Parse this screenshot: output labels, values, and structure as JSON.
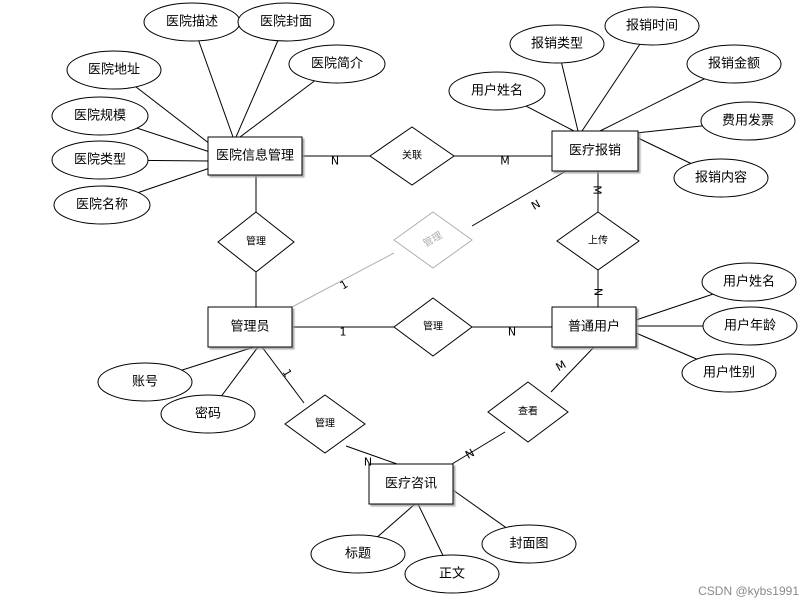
{
  "entities": [
    {
      "id": "hospital",
      "label": "医院信息管理"
    },
    {
      "id": "reimburse",
      "label": "医疗报销"
    },
    {
      "id": "admin",
      "label": "管理员"
    },
    {
      "id": "user",
      "label": "普通用户"
    },
    {
      "id": "consult",
      "label": "医疗咨讯"
    }
  ],
  "relationships": [
    {
      "id": "rel-assoc",
      "label": "关联",
      "faded": false
    },
    {
      "id": "rel-manage-hosp",
      "label": "管理",
      "faded": false
    },
    {
      "id": "rel-manage-reimb",
      "label": "管理",
      "faded": true
    },
    {
      "id": "rel-upload",
      "label": "上传",
      "faded": false
    },
    {
      "id": "rel-manage-user",
      "label": "管理",
      "faded": false
    },
    {
      "id": "rel-manage-consult",
      "label": "管理",
      "faded": false
    },
    {
      "id": "rel-view",
      "label": "查看",
      "faded": false
    }
  ],
  "attributes": [
    {
      "id": "a-hosp-desc",
      "label": "医院描述",
      "entity": "hospital"
    },
    {
      "id": "a-hosp-cover",
      "label": "医院封面",
      "entity": "hospital"
    },
    {
      "id": "a-hosp-intro",
      "label": "医院简介",
      "entity": "hospital"
    },
    {
      "id": "a-hosp-addr",
      "label": "医院地址",
      "entity": "hospital"
    },
    {
      "id": "a-hosp-scale",
      "label": "医院规模",
      "entity": "hospital"
    },
    {
      "id": "a-hosp-type",
      "label": "医院类型",
      "entity": "hospital"
    },
    {
      "id": "a-hosp-name",
      "label": "医院名称",
      "entity": "hospital"
    },
    {
      "id": "a-reimb-type",
      "label": "报销类型",
      "entity": "reimburse"
    },
    {
      "id": "a-reimb-time",
      "label": "报销时间",
      "entity": "reimburse"
    },
    {
      "id": "a-reimb-user",
      "label": "用户姓名",
      "entity": "reimburse"
    },
    {
      "id": "a-reimb-amount",
      "label": "报销金额",
      "entity": "reimburse"
    },
    {
      "id": "a-reimb-invoice",
      "label": "费用发票",
      "entity": "reimburse"
    },
    {
      "id": "a-reimb-content",
      "label": "报销内容",
      "entity": "reimburse"
    },
    {
      "id": "a-user-name",
      "label": "用户姓名",
      "entity": "user"
    },
    {
      "id": "a-user-age",
      "label": "用户年龄",
      "entity": "user"
    },
    {
      "id": "a-user-gender",
      "label": "用户性别",
      "entity": "user"
    },
    {
      "id": "a-admin-account",
      "label": "账号",
      "entity": "admin"
    },
    {
      "id": "a-admin-pwd",
      "label": "密码",
      "entity": "admin"
    },
    {
      "id": "a-consult-title",
      "label": "标题",
      "entity": "consult"
    },
    {
      "id": "a-consult-body",
      "label": "正文",
      "entity": "consult"
    },
    {
      "id": "a-consult-cover",
      "label": "封面图",
      "entity": "consult"
    }
  ],
  "cardinalities": [
    {
      "id": "c1",
      "label": "N"
    },
    {
      "id": "c2",
      "label": "M"
    },
    {
      "id": "c3",
      "label": "N"
    },
    {
      "id": "c4",
      "label": "1"
    },
    {
      "id": "c5",
      "label": "M"
    },
    {
      "id": "c6",
      "label": "N"
    },
    {
      "id": "c7",
      "label": "1"
    },
    {
      "id": "c8",
      "label": "N"
    },
    {
      "id": "c9",
      "label": "1"
    },
    {
      "id": "c10",
      "label": "N"
    },
    {
      "id": "c11",
      "label": "N"
    },
    {
      "id": "c12",
      "label": "M"
    }
  ],
  "watermark": "CSDN @kybs1991",
  "colors": {
    "line": "#000000",
    "faded": "#b0b0b0",
    "shape_fill": "#ffffff",
    "entity_shadow": "#9a9a9a",
    "watermark": "#8a8a8a"
  }
}
